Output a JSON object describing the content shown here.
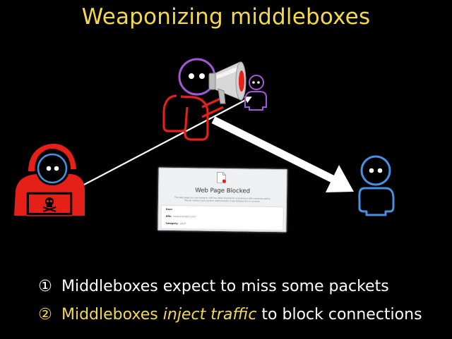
{
  "slide": {
    "title": "Weaponizing middleboxes"
  },
  "block_page": {
    "heading": "Web Page Blocked",
    "message": "The web page you are trying to visit has been blocked in accordance with company policy. Please contact your system administrator if you believe this is an error.",
    "fields": [
      {
        "label": "User:",
        "value": ""
      },
      {
        "label": "URL:",
        "value": "www.example.com/"
      },
      {
        "label": "Category:",
        "value": "adult"
      }
    ]
  },
  "points": [
    {
      "number": "①",
      "text": "Middleboxes expect to miss some packets"
    },
    {
      "number": "②",
      "text_before": "Middleboxes ",
      "text_highlight": "inject traffic",
      "text_after": " to block connections"
    }
  ],
  "colors": {
    "title": "#f5d94a",
    "attacker": "#e52019",
    "middlebox": "#e52019",
    "middlebox_head": "#a259d9",
    "victim": "#4a90e2",
    "arrow": "#ffffff"
  },
  "icons": {
    "attacker": "hooded-hacker-icon",
    "middlebox": "middlebox-person-icon",
    "megaphone": "megaphone-icon",
    "reflected_person": "reflected-person-icon",
    "victim": "victim-person-icon",
    "skull": "skull-icon",
    "document": "blocked-document-icon"
  }
}
